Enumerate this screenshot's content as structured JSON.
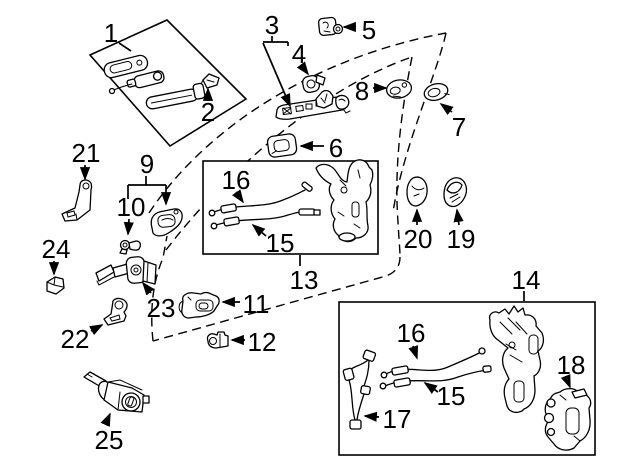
{
  "diagram": {
    "background": "#ffffff",
    "line_color": "#000000",
    "callouts": {
      "1": "1",
      "2": "2",
      "3": "3",
      "4": "4",
      "5": "5",
      "6": "6",
      "7": "7",
      "8": "8",
      "9": "9",
      "10": "10",
      "11": "11",
      "12": "12",
      "13": "13",
      "14": "14",
      "15": "15",
      "16": "16",
      "17": "17",
      "18": "18",
      "19": "19",
      "20": "20",
      "21": "21",
      "22": "22",
      "23": "23",
      "24": "24",
      "25": "25"
    }
  }
}
